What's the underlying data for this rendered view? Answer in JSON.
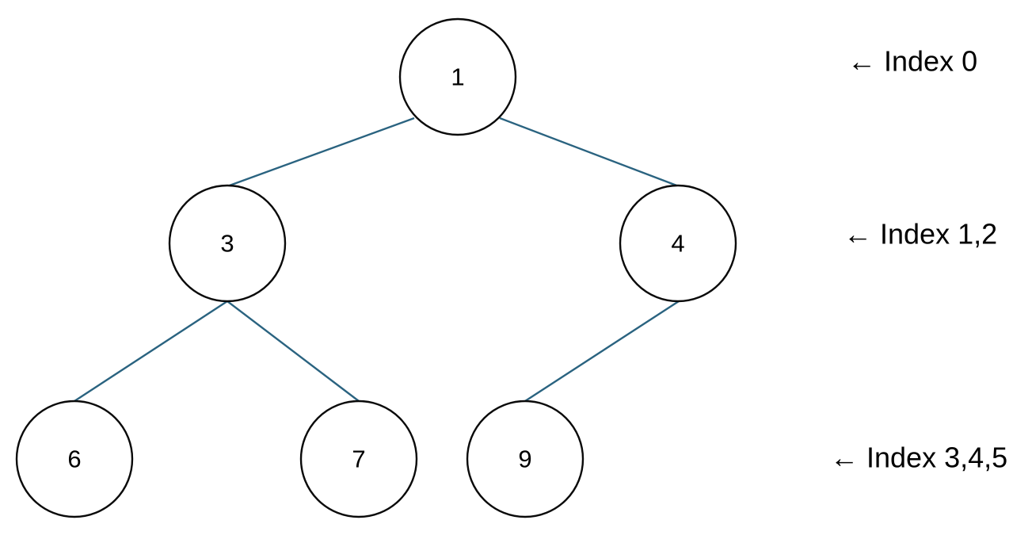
{
  "nodes": [
    {
      "id": "n0",
      "value": "1"
    },
    {
      "id": "n1",
      "value": "3"
    },
    {
      "id": "n2",
      "value": "4"
    },
    {
      "id": "n3",
      "value": "6"
    },
    {
      "id": "n4",
      "value": "7"
    },
    {
      "id": "n5",
      "value": "9"
    }
  ],
  "edges": [
    {
      "from": "n0",
      "to": "n1"
    },
    {
      "from": "n0",
      "to": "n2"
    },
    {
      "from": "n1",
      "to": "n3"
    },
    {
      "from": "n1",
      "to": "n4"
    },
    {
      "from": "n2",
      "to": "n5"
    }
  ],
  "index_labels": [
    {
      "level": 0,
      "text": "← Index 0"
    },
    {
      "level": 1,
      "text": "← Index 1,2"
    },
    {
      "level": 2,
      "text": "← Index 3,4,5"
    }
  ],
  "colors": {
    "edge": "#2a6380",
    "node_stroke": "#0a0a0a",
    "node_fill": "#ffffff",
    "text": "#000000"
  }
}
